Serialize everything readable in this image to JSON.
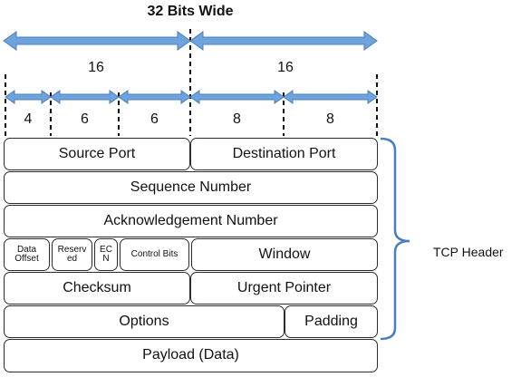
{
  "title": "32 Bits Wide",
  "half_widths": [
    "16",
    "16"
  ],
  "segments": [
    "4",
    "6",
    "6",
    "8",
    "8"
  ],
  "rows": {
    "source_port": "Source Port",
    "destination_port": "Destination Port",
    "sequence_number": "Sequence Number",
    "acknowledgement_number": "Acknowledgement Number",
    "data_offset": "Data Offset",
    "reserved": "Reserv ed",
    "ecn": "EC N",
    "control_bits": "Control Bits",
    "window": "Window",
    "checksum": "Checksum",
    "urgent_pointer": "Urgent Pointer",
    "options": "Options",
    "padding": "Padding",
    "payload": "Payload (Data)"
  },
  "brace_label": "TCP Header",
  "colors": {
    "arrow_fill": "#6fa3dc",
    "arrow_stroke": "#4a7fbf",
    "brace": "#4a7fbf",
    "border": "#2b2b2b"
  }
}
